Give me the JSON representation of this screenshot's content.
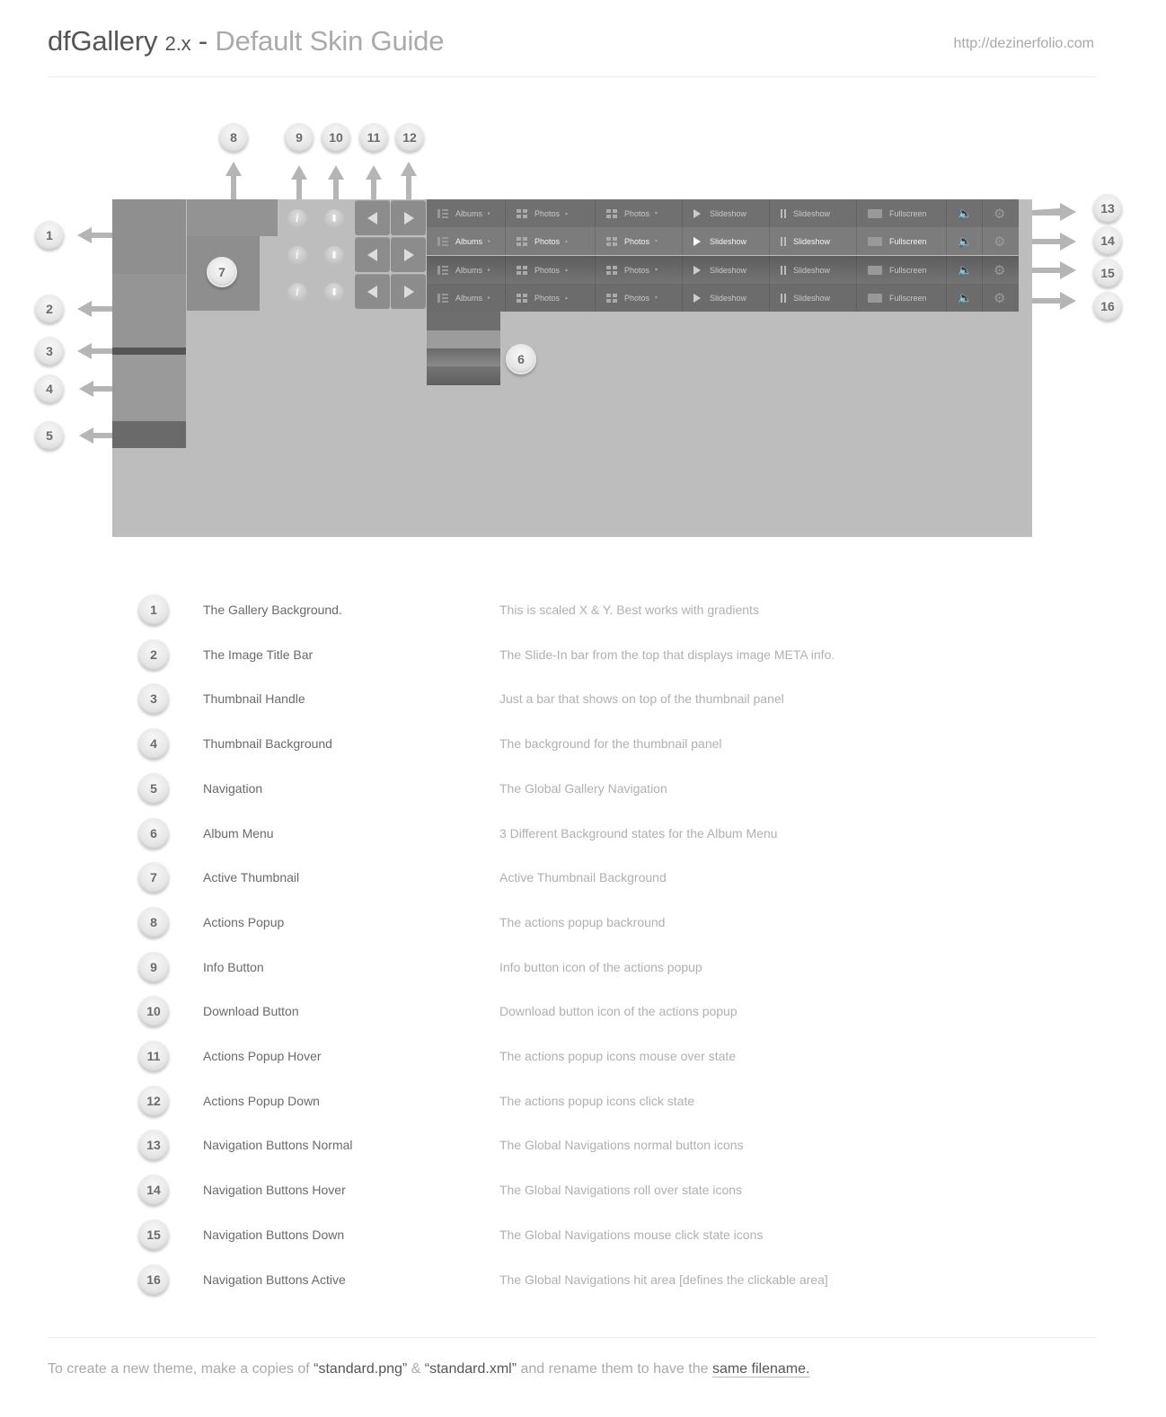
{
  "header": {
    "brand": "dfGallery",
    "version": "2.x",
    "dash": "-",
    "subtitle": "Default Skin Guide",
    "url": "http://dezinerfolio.com"
  },
  "diagram": {
    "callouts": [
      "1",
      "2",
      "3",
      "4",
      "5",
      "6",
      "7",
      "8",
      "9",
      "10",
      "11",
      "12",
      "13",
      "14",
      "15",
      "16"
    ],
    "colors": {
      "gallery_background": "#bdbdbd",
      "image_title_bar": "#898989",
      "thumbnail_handle": "#555555",
      "thumbnail_background": "#9a9a9a",
      "navigation": "#6a6a6a",
      "active_thumbnail": "#8e8e8e",
      "actions_popup": "#939393"
    },
    "nav_rows": [
      {
        "state": "normal",
        "albums": "Albums",
        "photos_up": "Photos",
        "photos_down": "Photos",
        "slideshow_play": "Slideshow",
        "slideshow_pause": "Slideshow",
        "fullscreen": "Fullscreen"
      },
      {
        "state": "hover",
        "albums": "Albums",
        "photos_up": "Photos",
        "photos_down": "Photos",
        "slideshow_play": "Slideshow",
        "slideshow_pause": "Slideshow",
        "fullscreen": "Fullscreen"
      },
      {
        "state": "down",
        "albums": "Albums",
        "photos_up": "Photos",
        "photos_down": "Photos",
        "slideshow_play": "Slideshow",
        "slideshow_pause": "Slideshow",
        "fullscreen": "Fullscreen"
      },
      {
        "state": "active",
        "albums": "Albums",
        "photos_up": "Photos",
        "photos_down": "Photos",
        "slideshow_play": "Slideshow",
        "slideshow_pause": "Slideshow",
        "fullscreen": "Fullscreen"
      }
    ],
    "info_glyph": "i"
  },
  "legend": [
    {
      "num": "1",
      "name": "The Gallery Background.",
      "desc": "This is scaled X & Y. Best works with gradients"
    },
    {
      "num": "2",
      "name": "The Image Title Bar",
      "desc": "The Slide-In bar from the top that displays image META info."
    },
    {
      "num": "3",
      "name": "Thumbnail Handle",
      "desc": "Just a bar that shows on top of the thumbnail panel"
    },
    {
      "num": "4",
      "name": "Thumbnail Background",
      "desc": "The background for the thumbnail panel"
    },
    {
      "num": "5",
      "name": "Navigation",
      "desc": "The Global Gallery Navigation"
    },
    {
      "num": "6",
      "name": "Album Menu",
      "desc": "3 Different Background states for the Album Menu"
    },
    {
      "num": "7",
      "name": "Active Thumbnail",
      "desc": "Active Thumbnail Background"
    },
    {
      "num": "8",
      "name": "Actions Popup",
      "desc": "The actions popup backround"
    },
    {
      "num": "9",
      "name": "Info Button",
      "desc": "Info button icon of the actions popup"
    },
    {
      "num": "10",
      "name": "Download Button",
      "desc": "Download button icon of the actions popup"
    },
    {
      "num": "11",
      "name": "Actions Popup Hover",
      "desc": "The actions popup icons mouse over state"
    },
    {
      "num": "12",
      "name": "Actions Popup Down",
      "desc": "The actions popup icons click state"
    },
    {
      "num": "13",
      "name": "Navigation Buttons Normal",
      "desc": "The Global Navigations normal button icons"
    },
    {
      "num": "14",
      "name": "Navigation Buttons Hover",
      "desc": "The Global Navigations roll over state icons"
    },
    {
      "num": "15",
      "name": "Navigation Buttons Down",
      "desc": "The Global Navigations mouse click state icons"
    },
    {
      "num": "16",
      "name": "Navigation Buttons Active",
      "desc": "The Global Navigations hit area [defines the clickable area]"
    }
  ],
  "footer": {
    "prefix": "To create a new theme, make a copies of ",
    "file_png": "“standard.png”",
    "amp": " & ",
    "file_xml": "“standard.xml”",
    "middle": " and rename them to have the ",
    "link": "same filename."
  }
}
